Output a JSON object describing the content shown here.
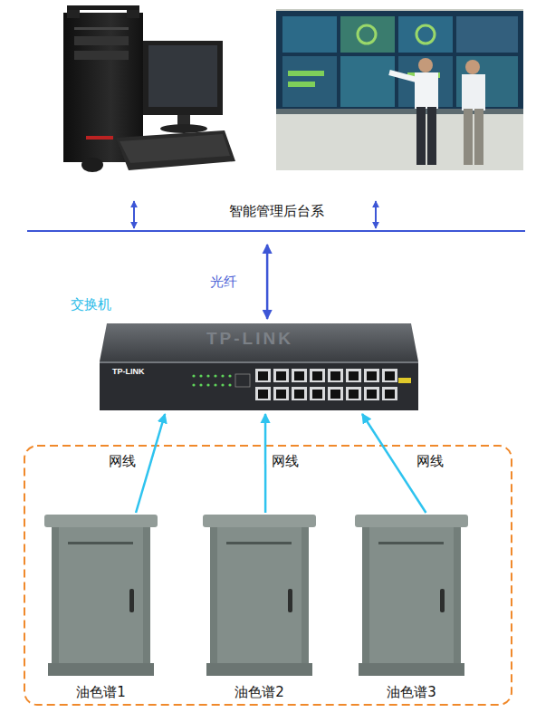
{
  "diagram": {
    "nodes": [
      {
        "text": [
          "智能管理后台系"
        ]
      },
      {
        "text": [
          "交换机"
        ]
      },
      {
        "text": [
          "油色谱1"
        ]
      },
      {
        "text": [
          "油色谱2"
        ]
      },
      {
        "text": [
          "油色谱3"
        ]
      }
    ],
    "edges": [
      {
        "from": 0,
        "to": 1,
        "label": "光纤",
        "arrow": "both"
      },
      {
        "from": 2,
        "to": 1,
        "label": "网线",
        "arrow": "to"
      },
      {
        "from": 3,
        "to": 1,
        "label": "网线",
        "arrow": "to"
      },
      {
        "from": 4,
        "to": 1,
        "label": "网线",
        "arrow": "to"
      }
    ],
    "labels": [
      "TP-LINK",
      "TP-LINK"
    ]
  }
}
